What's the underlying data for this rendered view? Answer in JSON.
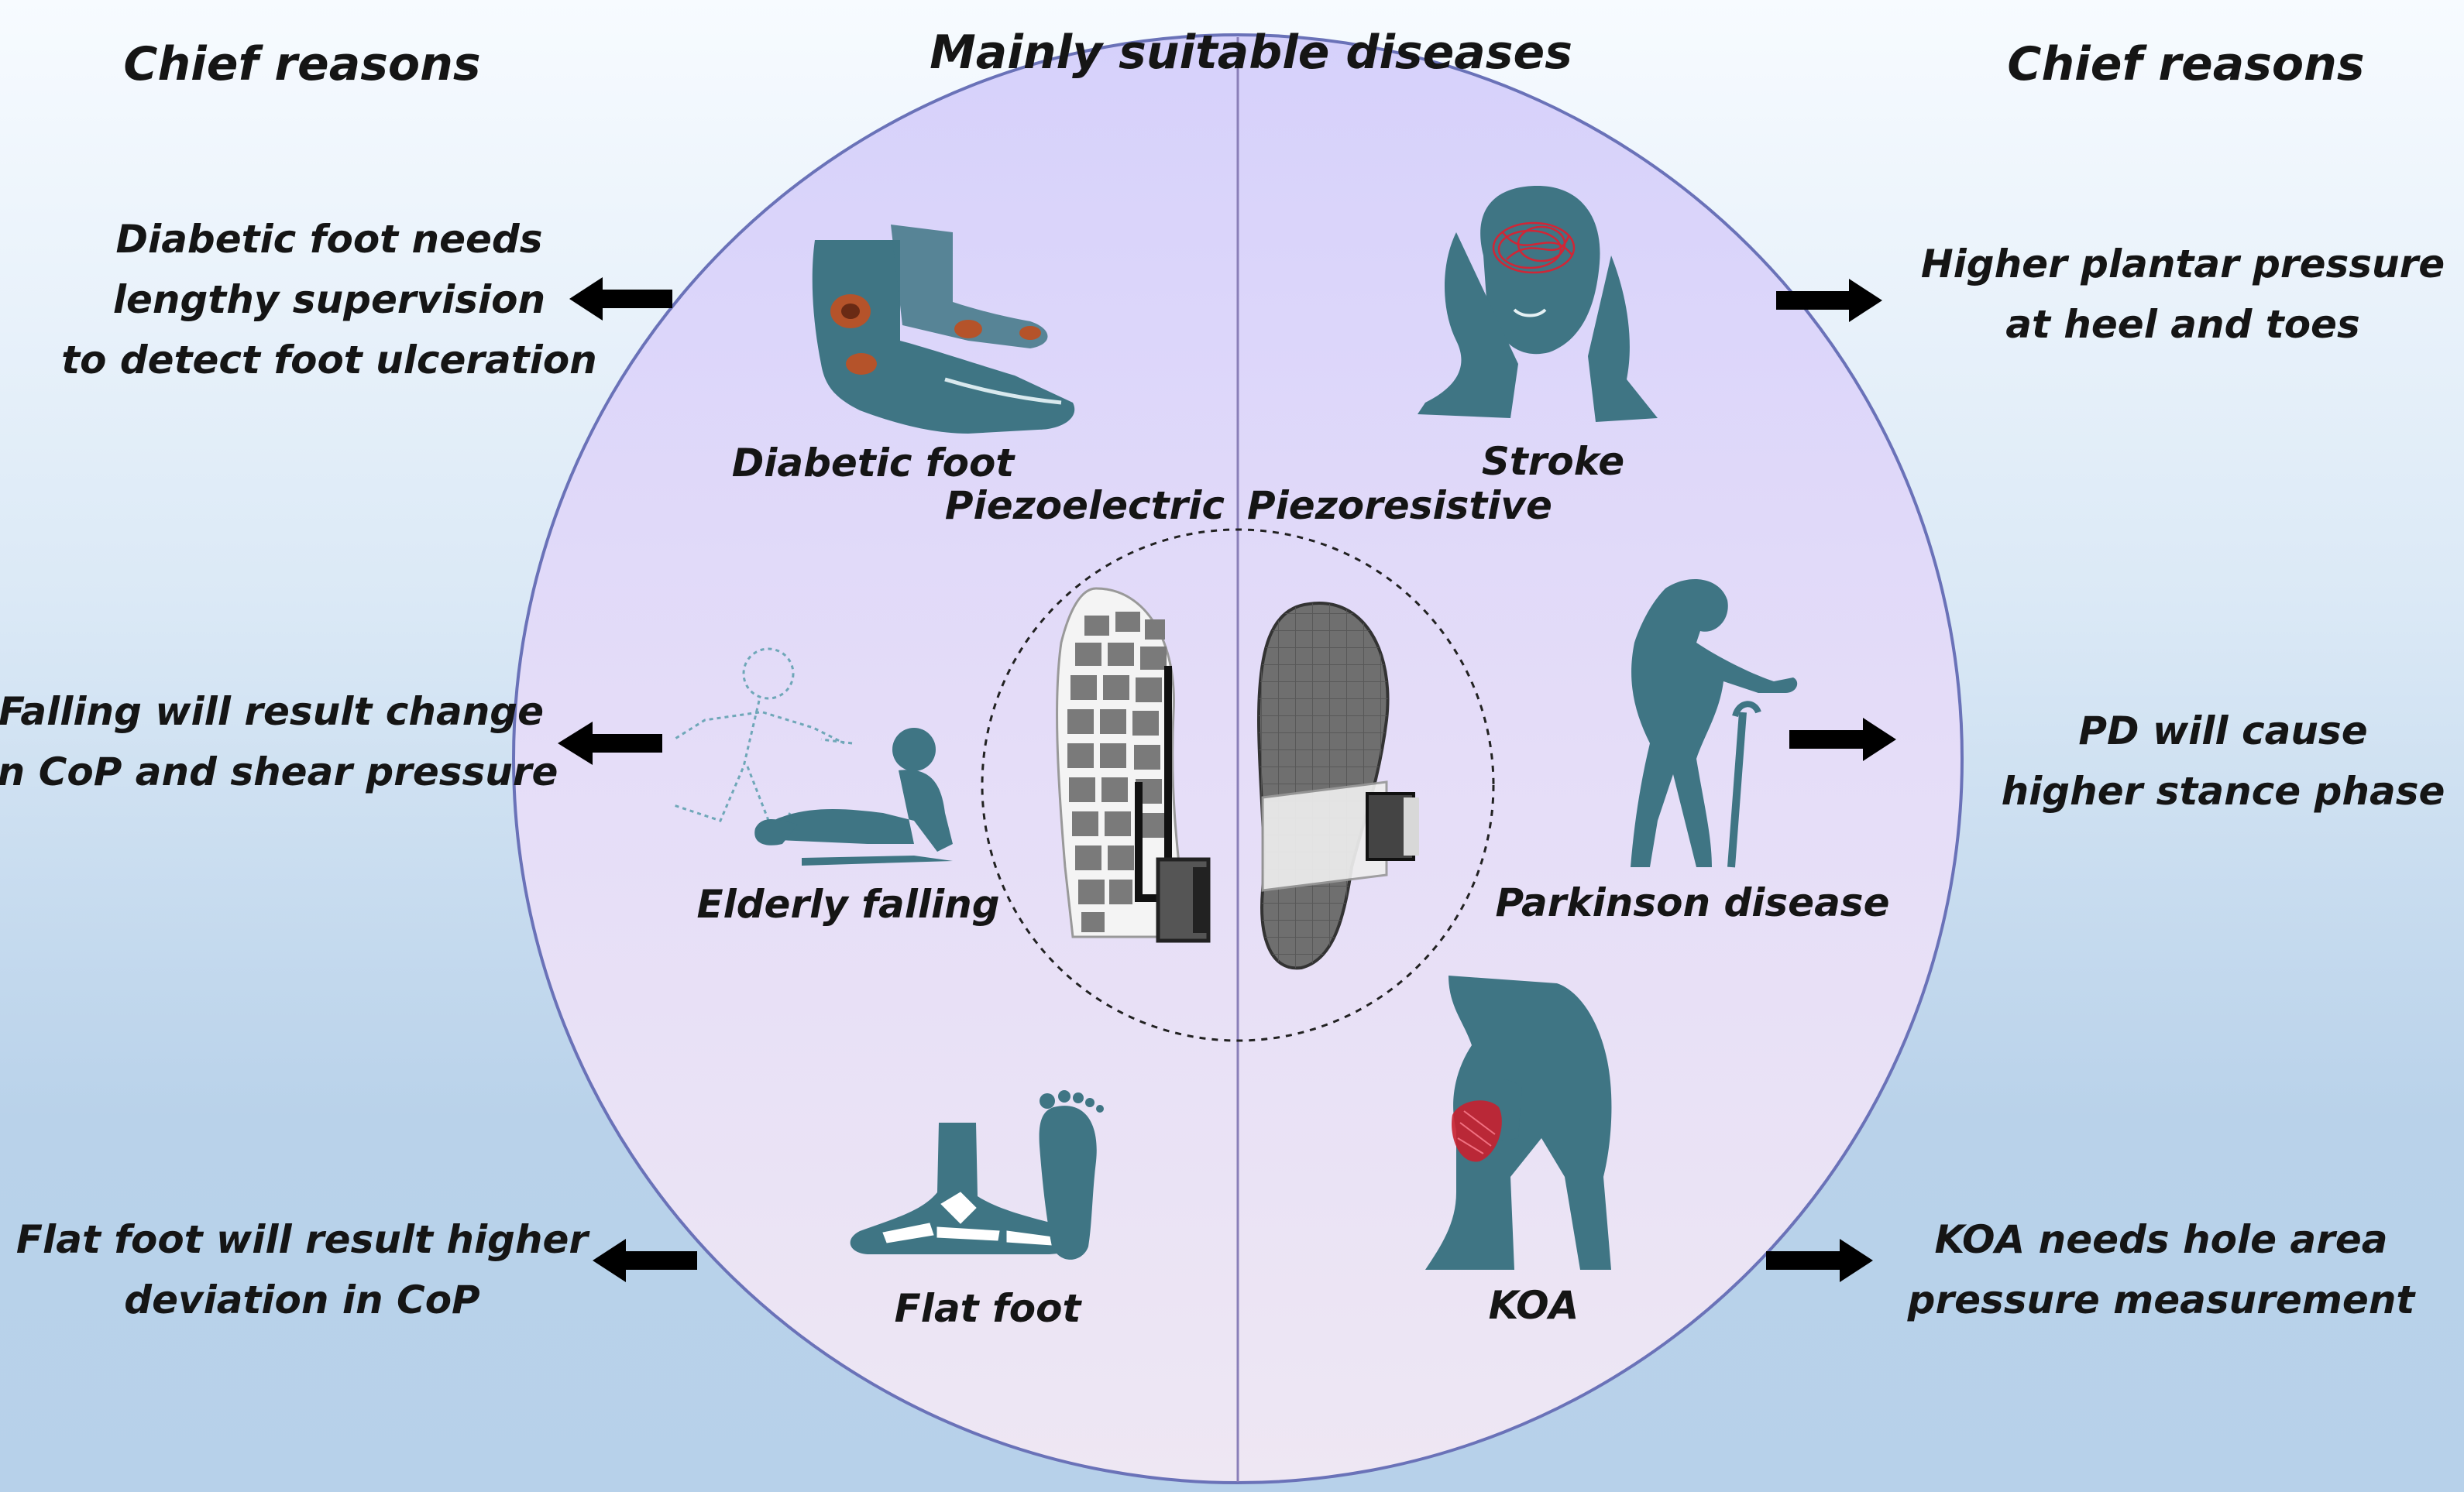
{
  "headers": {
    "left": "Chief reasons",
    "center": "Mainly suitable diseases",
    "right": "Chief reasons"
  },
  "sensors": {
    "left": "Piezoelectric",
    "right": "Piezoresistive"
  },
  "diseases": {
    "diabetic_foot": "Diabetic foot",
    "stroke": "Stroke",
    "elderly_falling": "Elderly falling",
    "parkinson": "Parkinson disease",
    "flat_foot": "Flat foot",
    "koa": "KOA"
  },
  "reasons": {
    "diabetic_foot": [
      "Diabetic foot needs",
      "lengthy supervision",
      "to detect foot ulceration"
    ],
    "falling": [
      "Falling will result change",
      "in CoP and shear pressure"
    ],
    "flat_foot": [
      "Flat foot will result higher",
      "deviation in CoP"
    ],
    "stroke": [
      "Higher plantar pressure",
      "at heel and toes"
    ],
    "parkinson": [
      "PD will cause",
      "higher stance phase"
    ],
    "koa": [
      "KOA needs hole area",
      "pressure measurement"
    ]
  },
  "colors": {
    "icon_teal": "#3f7584",
    "circle_border": "#6a72b8",
    "circle_fill_top": "#d9d4fb",
    "circle_fill_bottom": "#ece6f3",
    "arrow": "#000000",
    "lesion": "#b5532a",
    "pain_red": "#cc2233"
  },
  "icons": [
    "diabetic-foot-icon",
    "stroke-head-icon",
    "elderly-falling-icon",
    "parkinson-figure-icon",
    "flat-foot-icon",
    "koa-figure-icon",
    "piezoelectric-insole-icon",
    "piezoresistive-insole-icon"
  ]
}
